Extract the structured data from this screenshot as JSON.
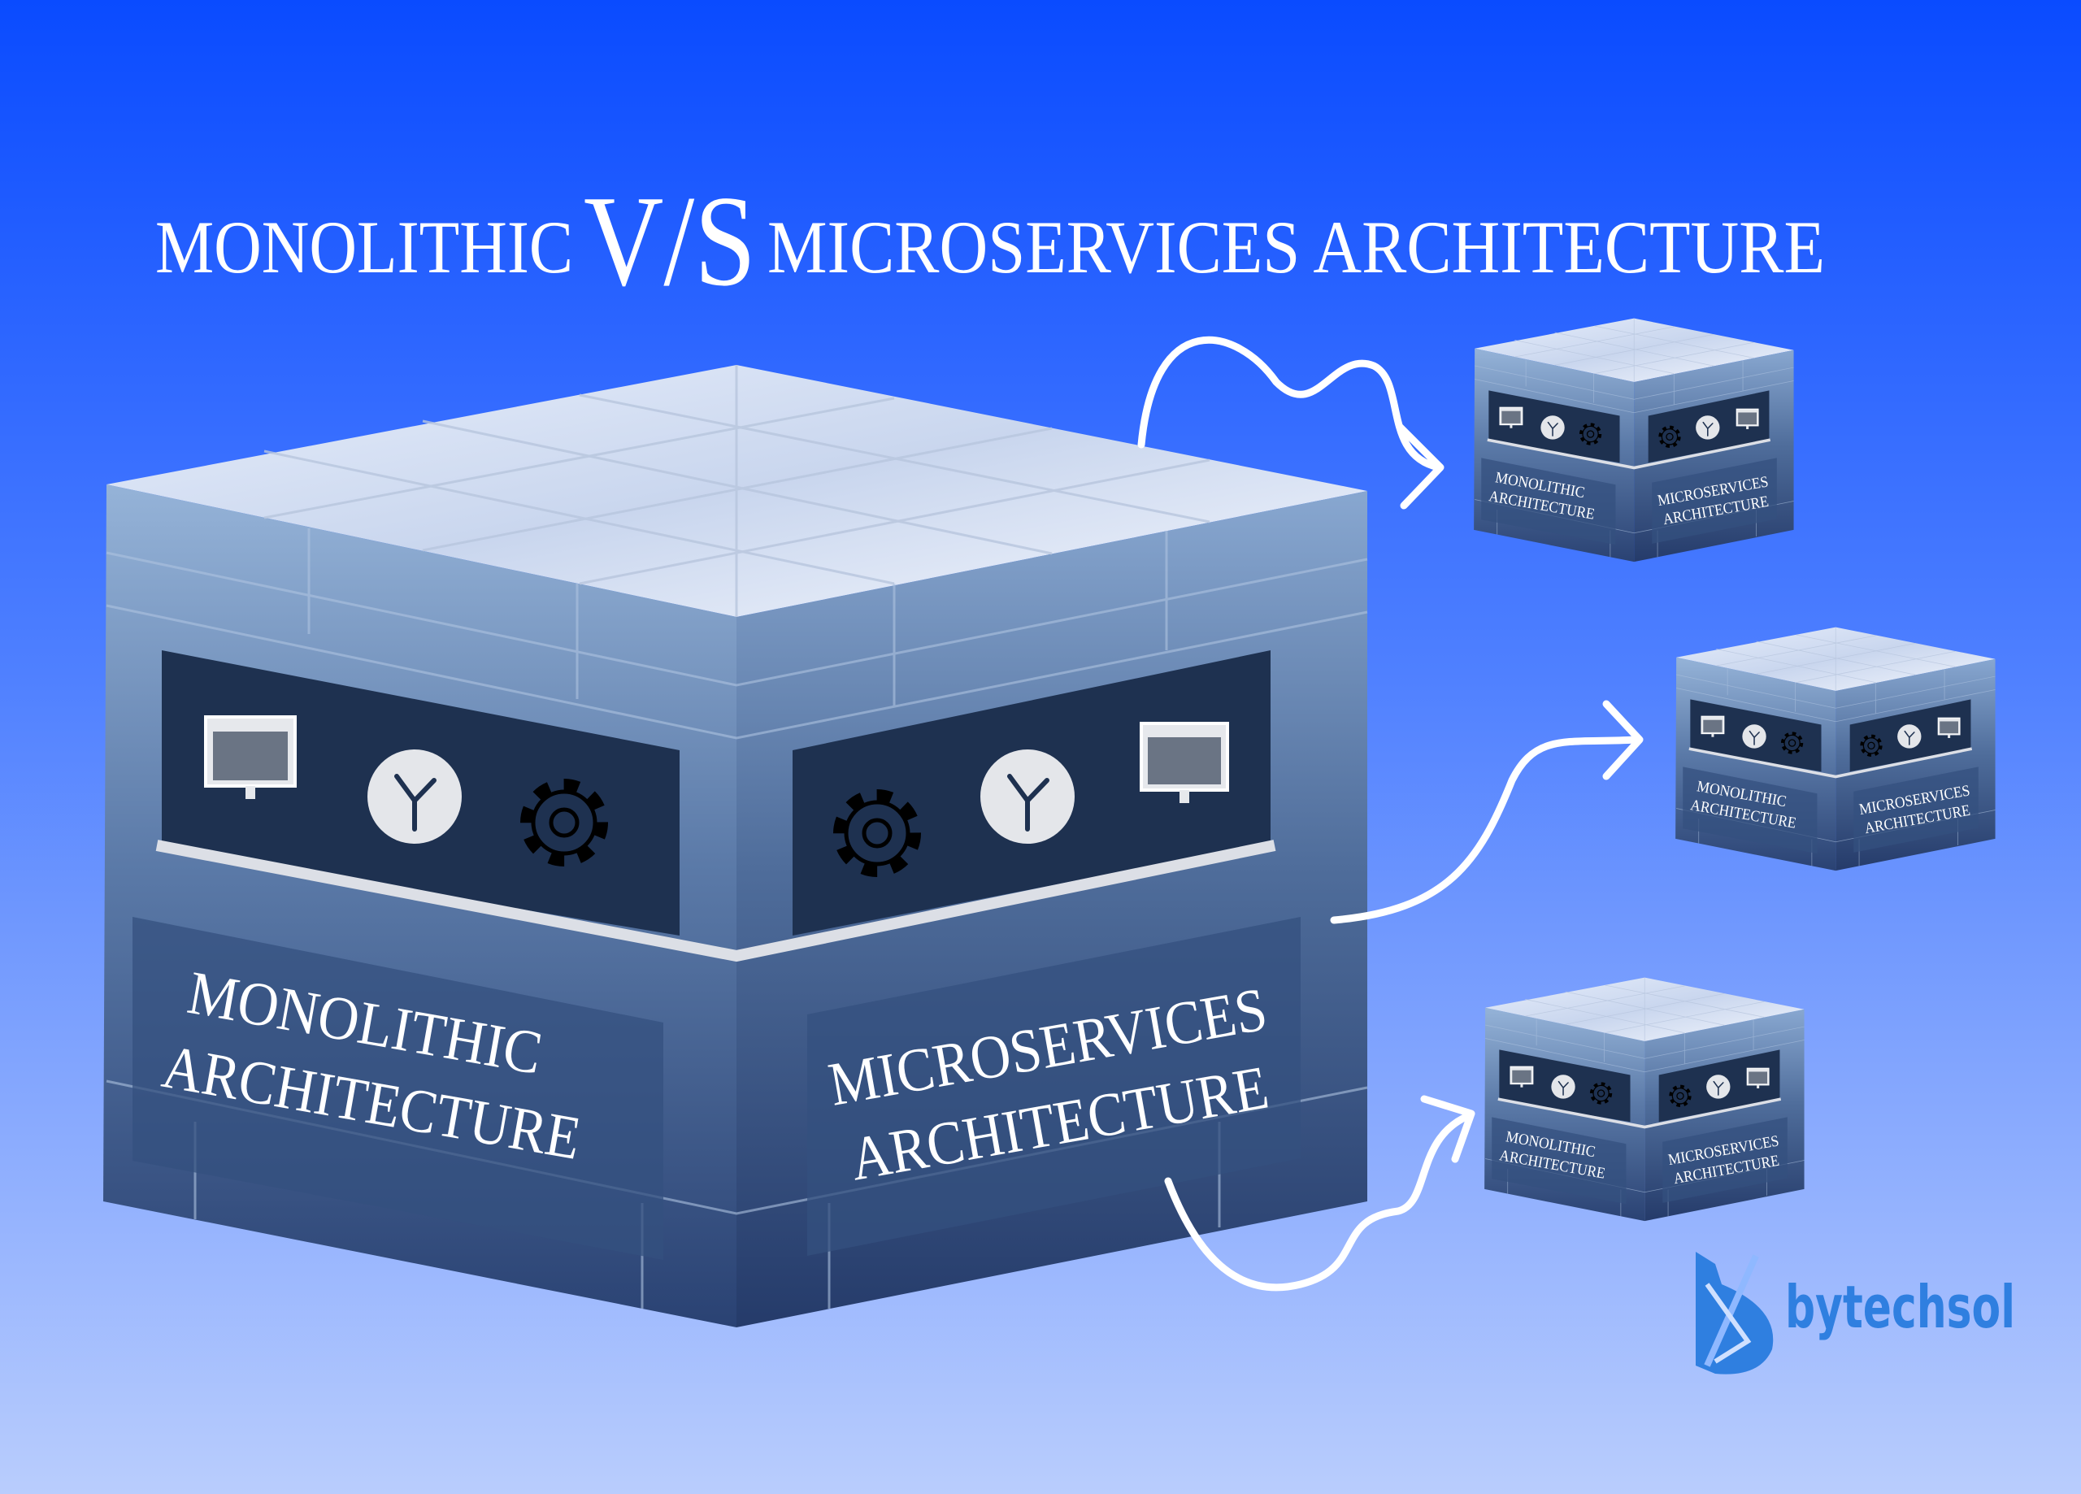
{
  "title": {
    "left": "MONOLITHIC",
    "versus": "V/S",
    "right": "MICROSERVICES ARCHITECTURE"
  },
  "cube": {
    "left_label_line1": "MONOLITHIC",
    "left_label_line2": "ARCHITECTURE",
    "right_label_line1": "MICROSERVICES",
    "right_label_line2": "ARCHITECTURE",
    "left_icons": [
      "monitor-icon",
      "fork-circle-icon",
      "gear-icon"
    ],
    "right_icons": [
      "gear-icon",
      "fork-circle-icon",
      "monitor-icon"
    ]
  },
  "logo": {
    "text": "bytechsol",
    "color": "#2f7fe0"
  },
  "colors": {
    "background_top": "#0a4bff",
    "background_bottom": "#b9cdfd",
    "panel": "#1e3150",
    "arrow": "#ffffff"
  }
}
